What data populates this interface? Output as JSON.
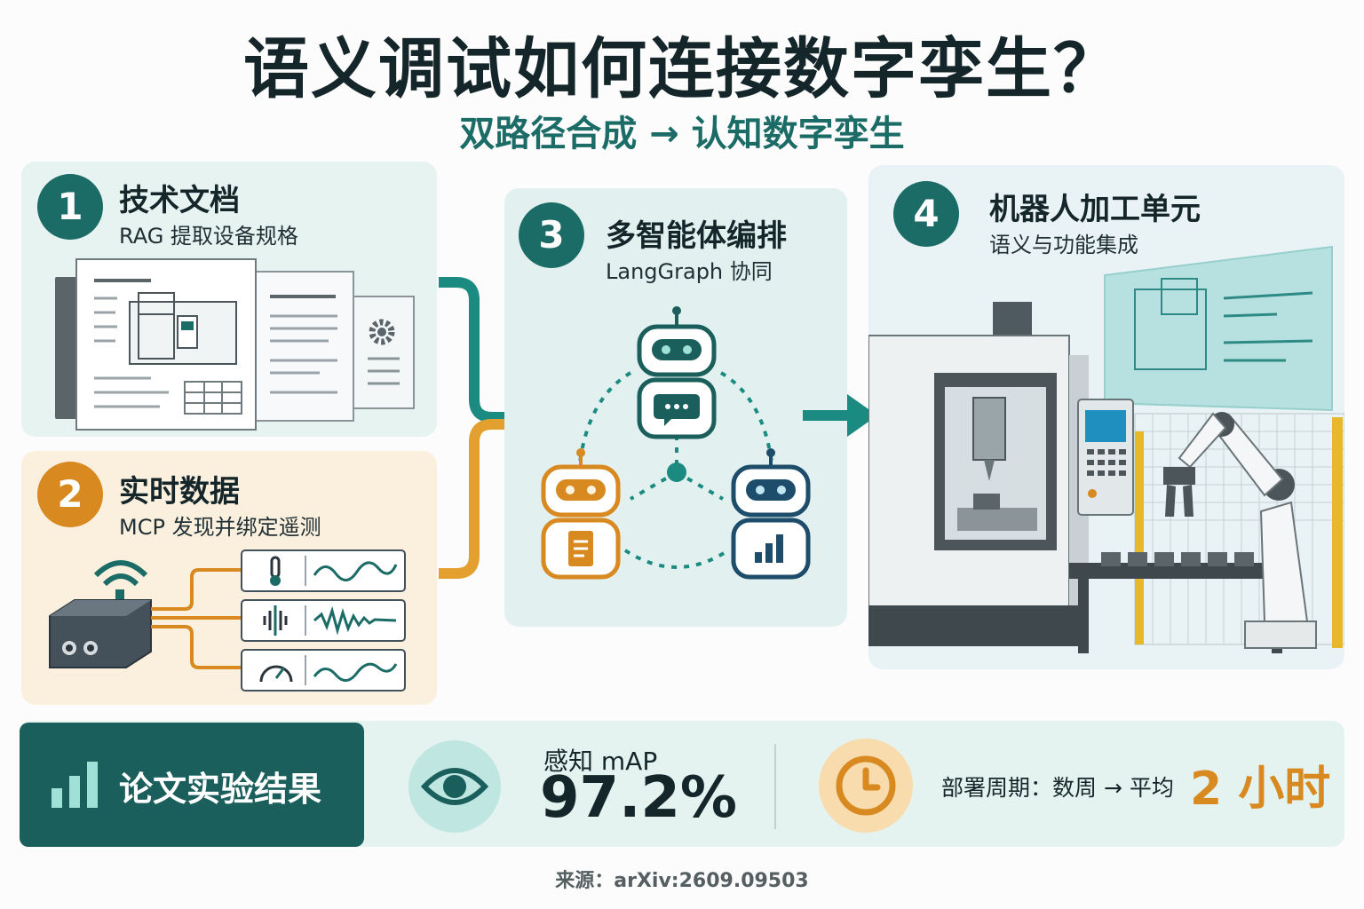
{
  "header": {
    "title": "语义调试如何连接数字孪生？",
    "subtitle": "双路径合成 → 认知数字孪生"
  },
  "steps": [
    {
      "number": "1",
      "title": "技术文档",
      "subtitle": "RAG 提取设备规格",
      "color": "#1b6b66"
    },
    {
      "number": "2",
      "title": "实时数据",
      "subtitle": "MCP 发现并绑定遥测",
      "color": "#d8891f"
    },
    {
      "number": "3",
      "title": "多智能体编排",
      "subtitle": "LangGraph 协同",
      "color": "#1b6b66"
    },
    {
      "number": "4",
      "title": "机器人加工单元",
      "subtitle": "语义与功能集成",
      "color": "#1b6b66"
    }
  ],
  "icons": {
    "doc": "document-with-machine-drawing",
    "sensor": "wireless-sensor-icon",
    "telemetry": [
      "thermometer-icon",
      "audio-wave-icon",
      "gauge-icon"
    ],
    "agents": [
      "chat-robot-icon",
      "document-robot-icon",
      "chart-robot-icon"
    ]
  },
  "results": {
    "label": "论文实验结果",
    "metric_label": "感知 mAP",
    "metric_value": "97.2%",
    "deploy_label": "部署周期：数周 → 平均",
    "deploy_value": "2 小时"
  },
  "footer": {
    "source": "来源：arXiv:2609.09503"
  },
  "colors": {
    "teal": "#1b6b66",
    "orange": "#d8891f",
    "dark": "#15262b"
  }
}
